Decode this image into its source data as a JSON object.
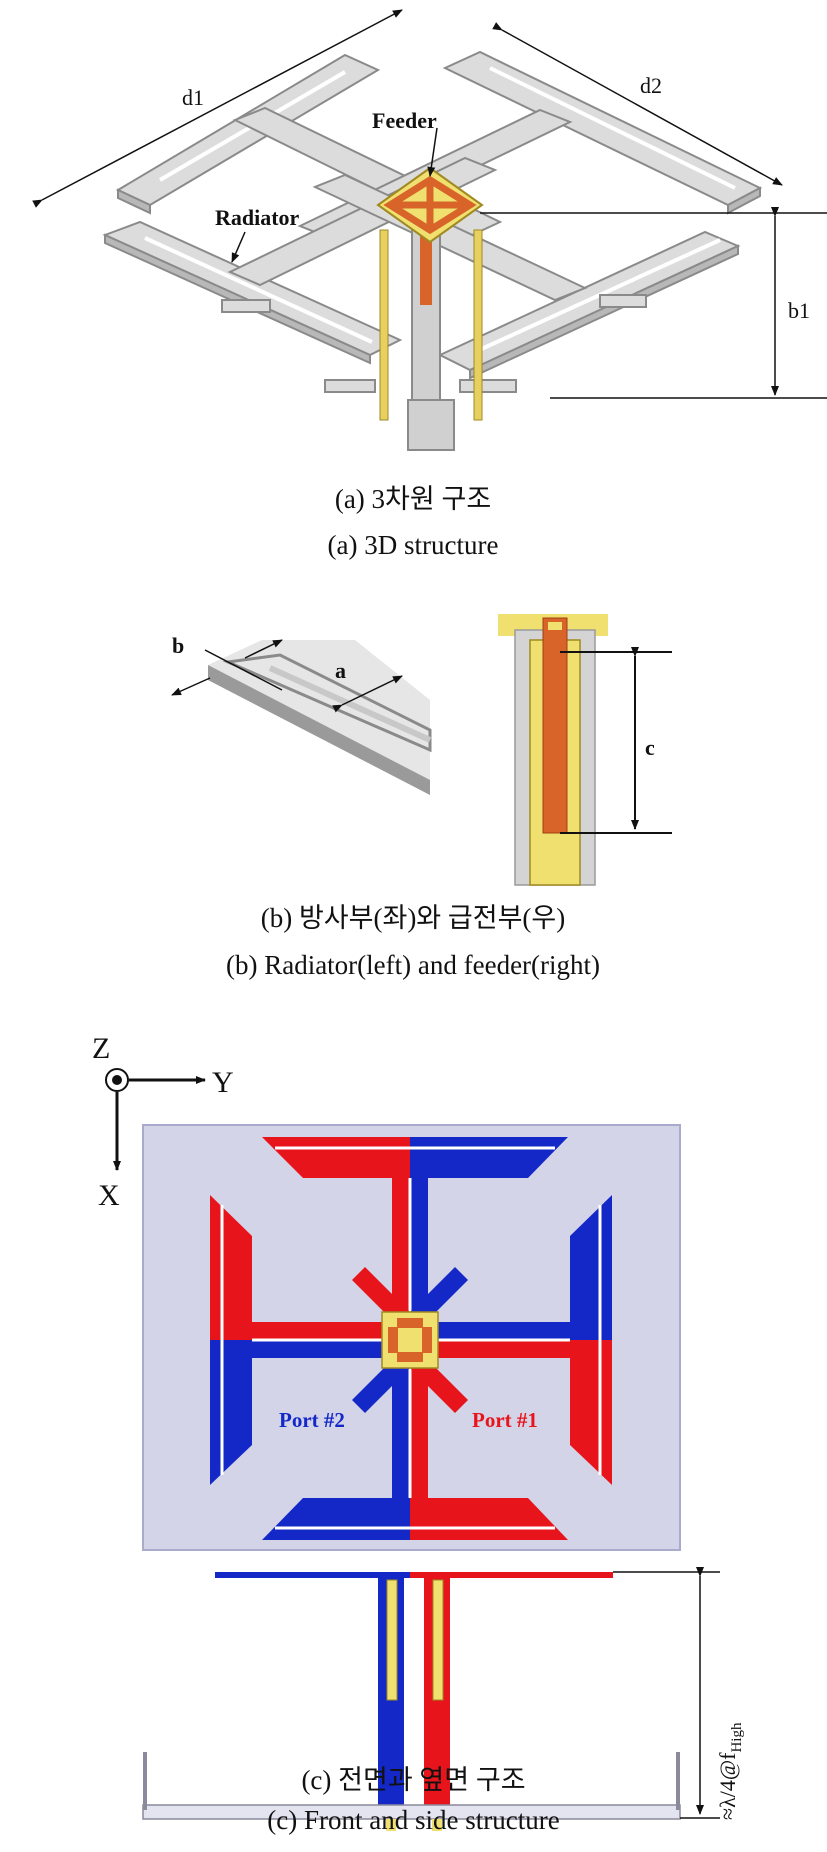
{
  "part_a": {
    "label_d1": "d1",
    "label_d2": "d2",
    "label_b1": "b1",
    "label_feeder": "Feeder",
    "label_radiator": "Radiator",
    "caption_ko": "(a) 3차원 구조",
    "caption_en": "(a) 3D structure"
  },
  "part_b": {
    "label_a": "a",
    "label_b": "b",
    "label_c": "c",
    "caption_ko": "(b) 방사부(좌)와 급전부(우)",
    "caption_en": "(b) Radiator(left) and feeder(right)"
  },
  "part_c": {
    "axis_z": "Z",
    "axis_y": "Y",
    "axis_x": "X",
    "port_1": "Port #1",
    "port_2": "Port #2",
    "height_label_main": "≈λ/4@f",
    "height_label_sub": "High",
    "caption_ko": "(c) 전면과 옆면 구조",
    "caption_en": "(c) Front and side structure"
  },
  "colors": {
    "port1": "#e8141c",
    "port2": "#1428c8",
    "feeder_board": "#f0e070",
    "feeder_strip": "#d8642a",
    "metal": "#d9d9d9",
    "ground": "#d4d4e8"
  }
}
